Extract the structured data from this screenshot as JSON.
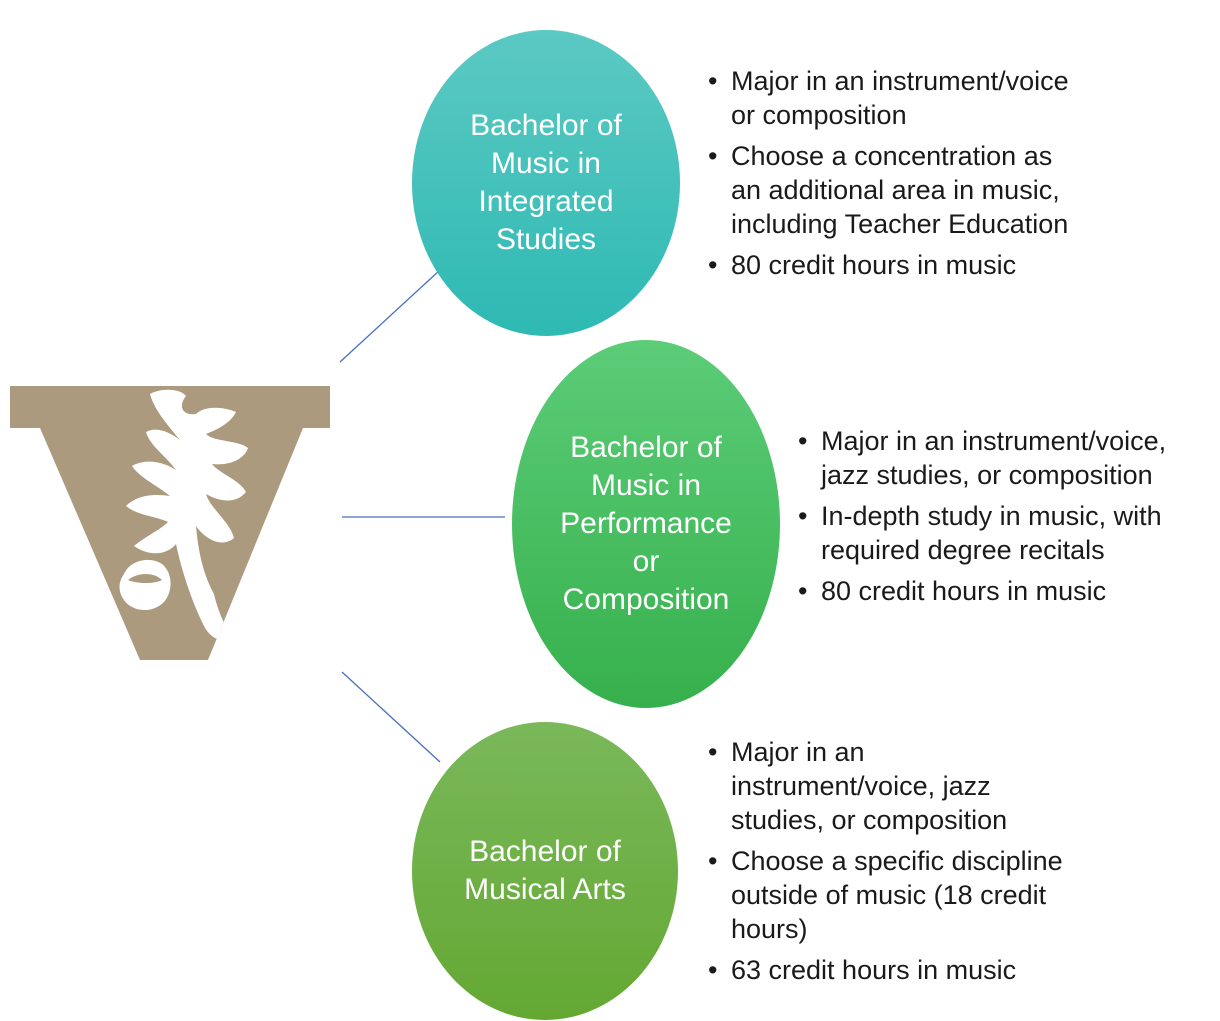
{
  "colors": {
    "logo": "#ab9a7d",
    "connector": "#4a6fc1",
    "integrated_oval": "#34bcb6",
    "performance_oval": "#40b95a",
    "musical_arts_oval": "#6cab40",
    "bullet_text": "#1a1a1a"
  },
  "logo": {
    "icon": "oak-leaf-v-shield-icon"
  },
  "programs": [
    {
      "title": "Bachelor of\nMusic in\nIntegrated\nStudies",
      "bullets": [
        "Major in an instrument/voice\nor composition",
        "Choose a concentration as\nan additional area in music,\nincluding Teacher Education",
        "80 credit hours in music"
      ]
    },
    {
      "title": "Bachelor of\nMusic in\nPerformance\nor\nComposition",
      "bullets": [
        "Major in an instrument/voice,\njazz studies, or composition",
        "In-depth study in music, with\nrequired degree recitals",
        "80 credit hours in music"
      ]
    },
    {
      "title": "Bachelor of\nMusical Arts",
      "bullets": [
        "Major in an\ninstrument/voice, jazz\nstudies, or composition",
        "Choose a specific discipline\noutside of music (18 credit\nhours)",
        "63 credit hours in music"
      ]
    }
  ]
}
